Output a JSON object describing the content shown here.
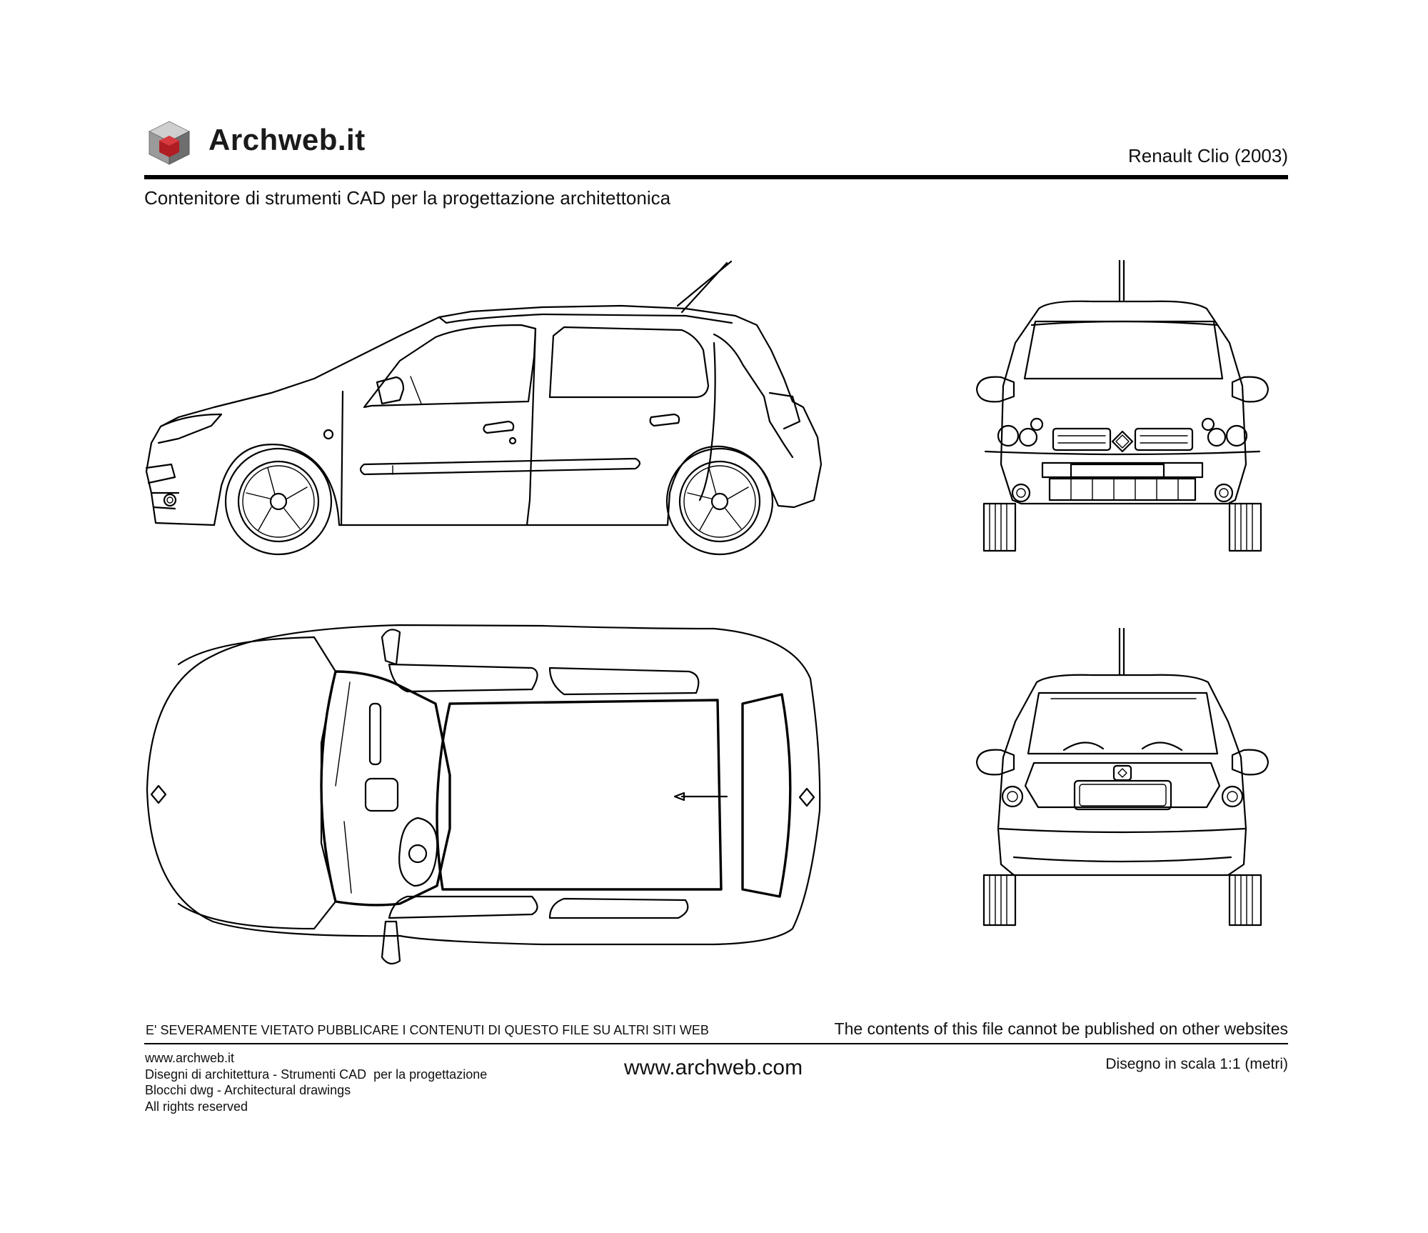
{
  "header": {
    "brand": "Archweb.it",
    "title": "Renault Clio (2003)",
    "tagline": "Contenitore di strumenti CAD per la progettazione architettonica"
  },
  "views": [
    "side-view",
    "front-view",
    "top-view",
    "rear-view"
  ],
  "footer": {
    "warning_it": "E' SEVERAMENTE VIETATO PUBBLICARE I CONTENUTI DI QUESTO FILE SU ALTRI SITI WEB",
    "warning_en": "The contents of this file cannot be published on other websites",
    "left_lines": [
      "www.archweb.it",
      "Disegni di architettura - Strumenti CAD  per la progettazione",
      "Blocchi dwg - Architectural drawings",
      "All rights reserved"
    ],
    "url": "www.archweb.com",
    "scale": "Disegno in scala 1:1 (metri)"
  },
  "colors": {
    "logo_top": "#cfcfcf",
    "logo_left": "#9a9a9a",
    "logo_right": "#6e6e6e",
    "logo_core": "#b01e23",
    "line": "#000000"
  }
}
